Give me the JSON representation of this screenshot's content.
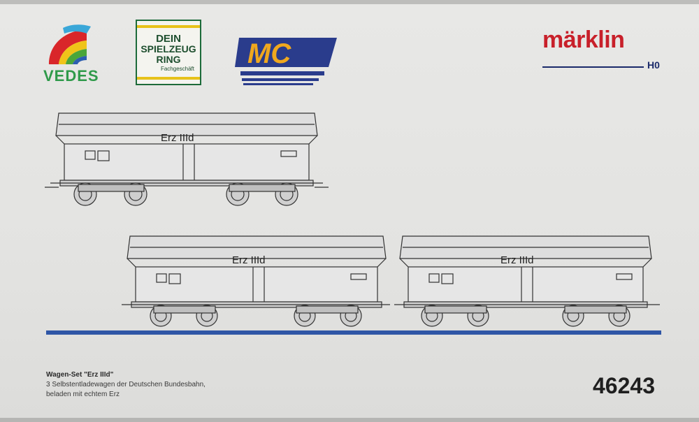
{
  "logos": {
    "vedes": "VEDES",
    "ring": {
      "line1": "DEIN",
      "line2": "SPIELZEUG",
      "line3": "RING",
      "line4": "Fachgeschäft"
    },
    "mc": "MC",
    "marklin": "märklin",
    "scale": "H0"
  },
  "wagons": [
    {
      "label": "Erz IIId"
    },
    {
      "label": "Erz IIId"
    },
    {
      "label": "Erz IIId"
    }
  ],
  "product": {
    "title": "Wagen-Set \"Erz IIId\"",
    "line1": "3 Selbstentladewagen der Deutschen Bundesbahn,",
    "line2": "beladen mit echtem Erz",
    "article_number": "46243"
  },
  "colors": {
    "stripe": "#2f56a6",
    "marklin_red": "#c8202a",
    "vedes_green": "#2f9a4a"
  }
}
